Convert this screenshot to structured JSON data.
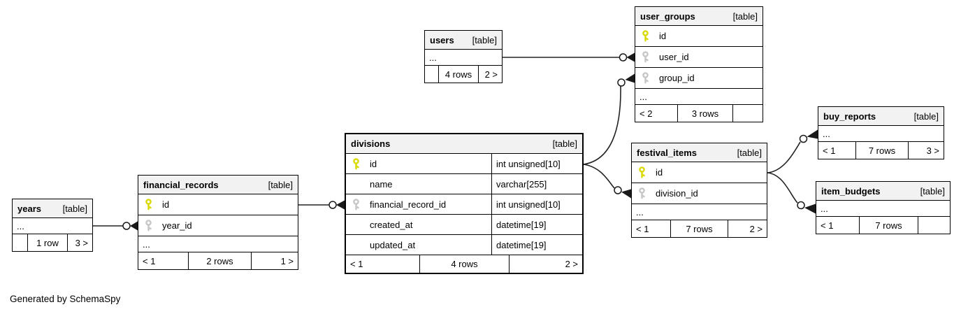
{
  "diagram": {
    "note": "Generated by SchemaSpy"
  },
  "colors": {
    "header_bg": "#f2f2f2",
    "border": "#000000",
    "relationship_line": "#222222",
    "primary_key": "#d9d900",
    "foreign_key": "#c6c6c6"
  },
  "tables": {
    "users": {
      "name": "users",
      "tag": "[table]",
      "dots": "...",
      "footer": {
        "left": "",
        "center": "4 rows",
        "right": "2 >"
      }
    },
    "user_groups": {
      "name": "user_groups",
      "tag": "[table]",
      "dots": "...",
      "columns": {
        "id": {
          "label": "id",
          "icon": "primary-key"
        },
        "user_id": {
          "label": "user_id",
          "icon": "foreign-key"
        },
        "group_id": {
          "label": "group_id",
          "icon": "foreign-key"
        }
      },
      "footer": {
        "left": "< 2",
        "center": "3 rows",
        "right": ""
      }
    },
    "divisions": {
      "name": "divisions",
      "tag": "[table]",
      "columns": {
        "id": {
          "label": "id",
          "type": "int unsigned[10]",
          "icon": "primary-key"
        },
        "name": {
          "label": "name",
          "type": "varchar[255]"
        },
        "financial_record_id": {
          "label": "financial_record_id",
          "type": "int unsigned[10]",
          "icon": "foreign-key"
        },
        "created_at": {
          "label": "created_at",
          "type": "datetime[19]"
        },
        "updated_at": {
          "label": "updated_at",
          "type": "datetime[19]"
        }
      },
      "footer": {
        "left": "< 1",
        "center": "4 rows",
        "right": "2 >"
      }
    },
    "financial_records": {
      "name": "financial_records",
      "tag": "[table]",
      "dots": "...",
      "columns": {
        "id": {
          "label": "id",
          "icon": "primary-key"
        },
        "year_id": {
          "label": "year_id",
          "icon": "foreign-key"
        }
      },
      "footer": {
        "left": "< 1",
        "center": "2 rows",
        "right": "1 >"
      }
    },
    "years": {
      "name": "years",
      "tag": "[table]",
      "dots": "...",
      "footer": {
        "left": "",
        "center": "1 row",
        "right": "3 >"
      }
    },
    "festival_items": {
      "name": "festival_items",
      "tag": "[table]",
      "dots": "...",
      "columns": {
        "id": {
          "label": "id",
          "icon": "primary-key"
        },
        "division_id": {
          "label": "division_id",
          "icon": "foreign-key"
        }
      },
      "footer": {
        "left": "< 1",
        "center": "7 rows",
        "right": "2 >"
      }
    },
    "buy_reports": {
      "name": "buy_reports",
      "tag": "[table]",
      "dots": "...",
      "footer": {
        "left": "< 1",
        "center": "7 rows",
        "right": "3 >"
      }
    },
    "item_budgets": {
      "name": "item_budgets",
      "tag": "[table]",
      "dots": "...",
      "footer": {
        "left": "< 1",
        "center": "7 rows",
        "right": ""
      }
    }
  }
}
